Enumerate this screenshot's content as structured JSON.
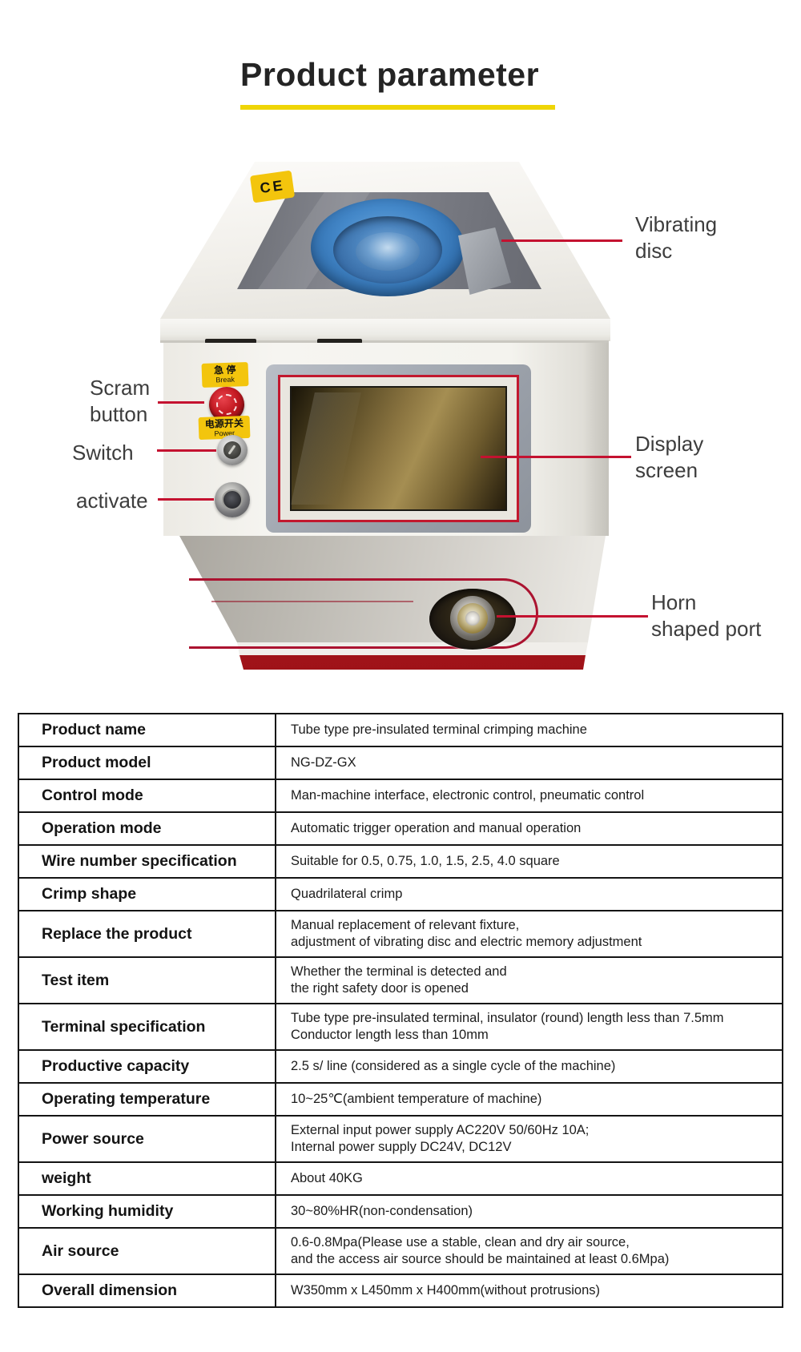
{
  "title": {
    "text": "Product parameter"
  },
  "colors": {
    "accent_red": "#c41230",
    "underline_yellow": "#efd506",
    "sticker_yellow": "#f3c50d"
  },
  "machine": {
    "ce_mark": "CE",
    "break_sticker_cn": "急 停",
    "break_sticker_en": "Break",
    "power_sticker_cn": "电源开关",
    "power_sticker_en": "Power",
    "callouts": {
      "vibrating_disc": {
        "line1": "Vibrating",
        "line2": "disc"
      },
      "scram_button": {
        "line1": "Scram",
        "line2": "button"
      },
      "switch": {
        "line1": "Switch"
      },
      "activate": {
        "line1": "activate"
      },
      "display_screen": {
        "line1": "Display",
        "line2": "screen"
      },
      "horn_shaped_port": {
        "line1": "Horn",
        "line2": "shaped port"
      }
    }
  },
  "spec_table": {
    "rows": [
      {
        "label": "Product name",
        "value_lines": [
          "Tube type pre-insulated terminal crimping machine"
        ]
      },
      {
        "label": "Product model",
        "value_lines": [
          "NG-DZ-GX"
        ]
      },
      {
        "label": "Control mode",
        "value_lines": [
          "Man-machine interface, electronic control, pneumatic control"
        ]
      },
      {
        "label": "Operation mode",
        "value_lines": [
          "Automatic trigger operation and manual operation"
        ]
      },
      {
        "label": "Wire number specification",
        "value_lines": [
          "Suitable for 0.5, 0.75, 1.0, 1.5, 2.5, 4.0 square"
        ]
      },
      {
        "label": "Crimp shape",
        "value_lines": [
          "Quadrilateral crimp"
        ]
      },
      {
        "label": "Replace the product",
        "value_lines": [
          "Manual replacement of relevant fixture,",
          "adjustment of vibrating disc and electric memory adjustment"
        ]
      },
      {
        "label": "Test item",
        "value_lines": [
          "Whether the terminal is detected and",
          "the right safety door is opened"
        ]
      },
      {
        "label": "Terminal specification",
        "value_lines": [
          "Tube type pre-insulated terminal, insulator (round) length less than 7.5mm",
          "Conductor length less than 10mm"
        ]
      },
      {
        "label": "Productive capacity",
        "value_lines": [
          "2.5 s/ line (considered as a single cycle of the machine)"
        ]
      },
      {
        "label": "Operating temperature",
        "value_lines": [
          "10~25℃(ambient temperature of machine)"
        ]
      },
      {
        "label": "Power source",
        "value_lines": [
          "External input power supply AC220V 50/60Hz 10A;",
          "Internal power supply DC24V, DC12V"
        ]
      },
      {
        "label": "weight",
        "value_lines": [
          "About 40KG"
        ]
      },
      {
        "label": "Working humidity",
        "value_lines": [
          "30~80%HR(non-condensation)"
        ]
      },
      {
        "label": "Air source",
        "value_lines": [
          "0.6-0.8Mpa(Please use a stable, clean and dry air source,",
          "and the access air source should be maintained at least 0.6Mpa)"
        ]
      },
      {
        "label": "Overall dimension",
        "value_lines": [
          "W350mm x L450mm x H400mm(without protrusions)"
        ]
      }
    ]
  }
}
